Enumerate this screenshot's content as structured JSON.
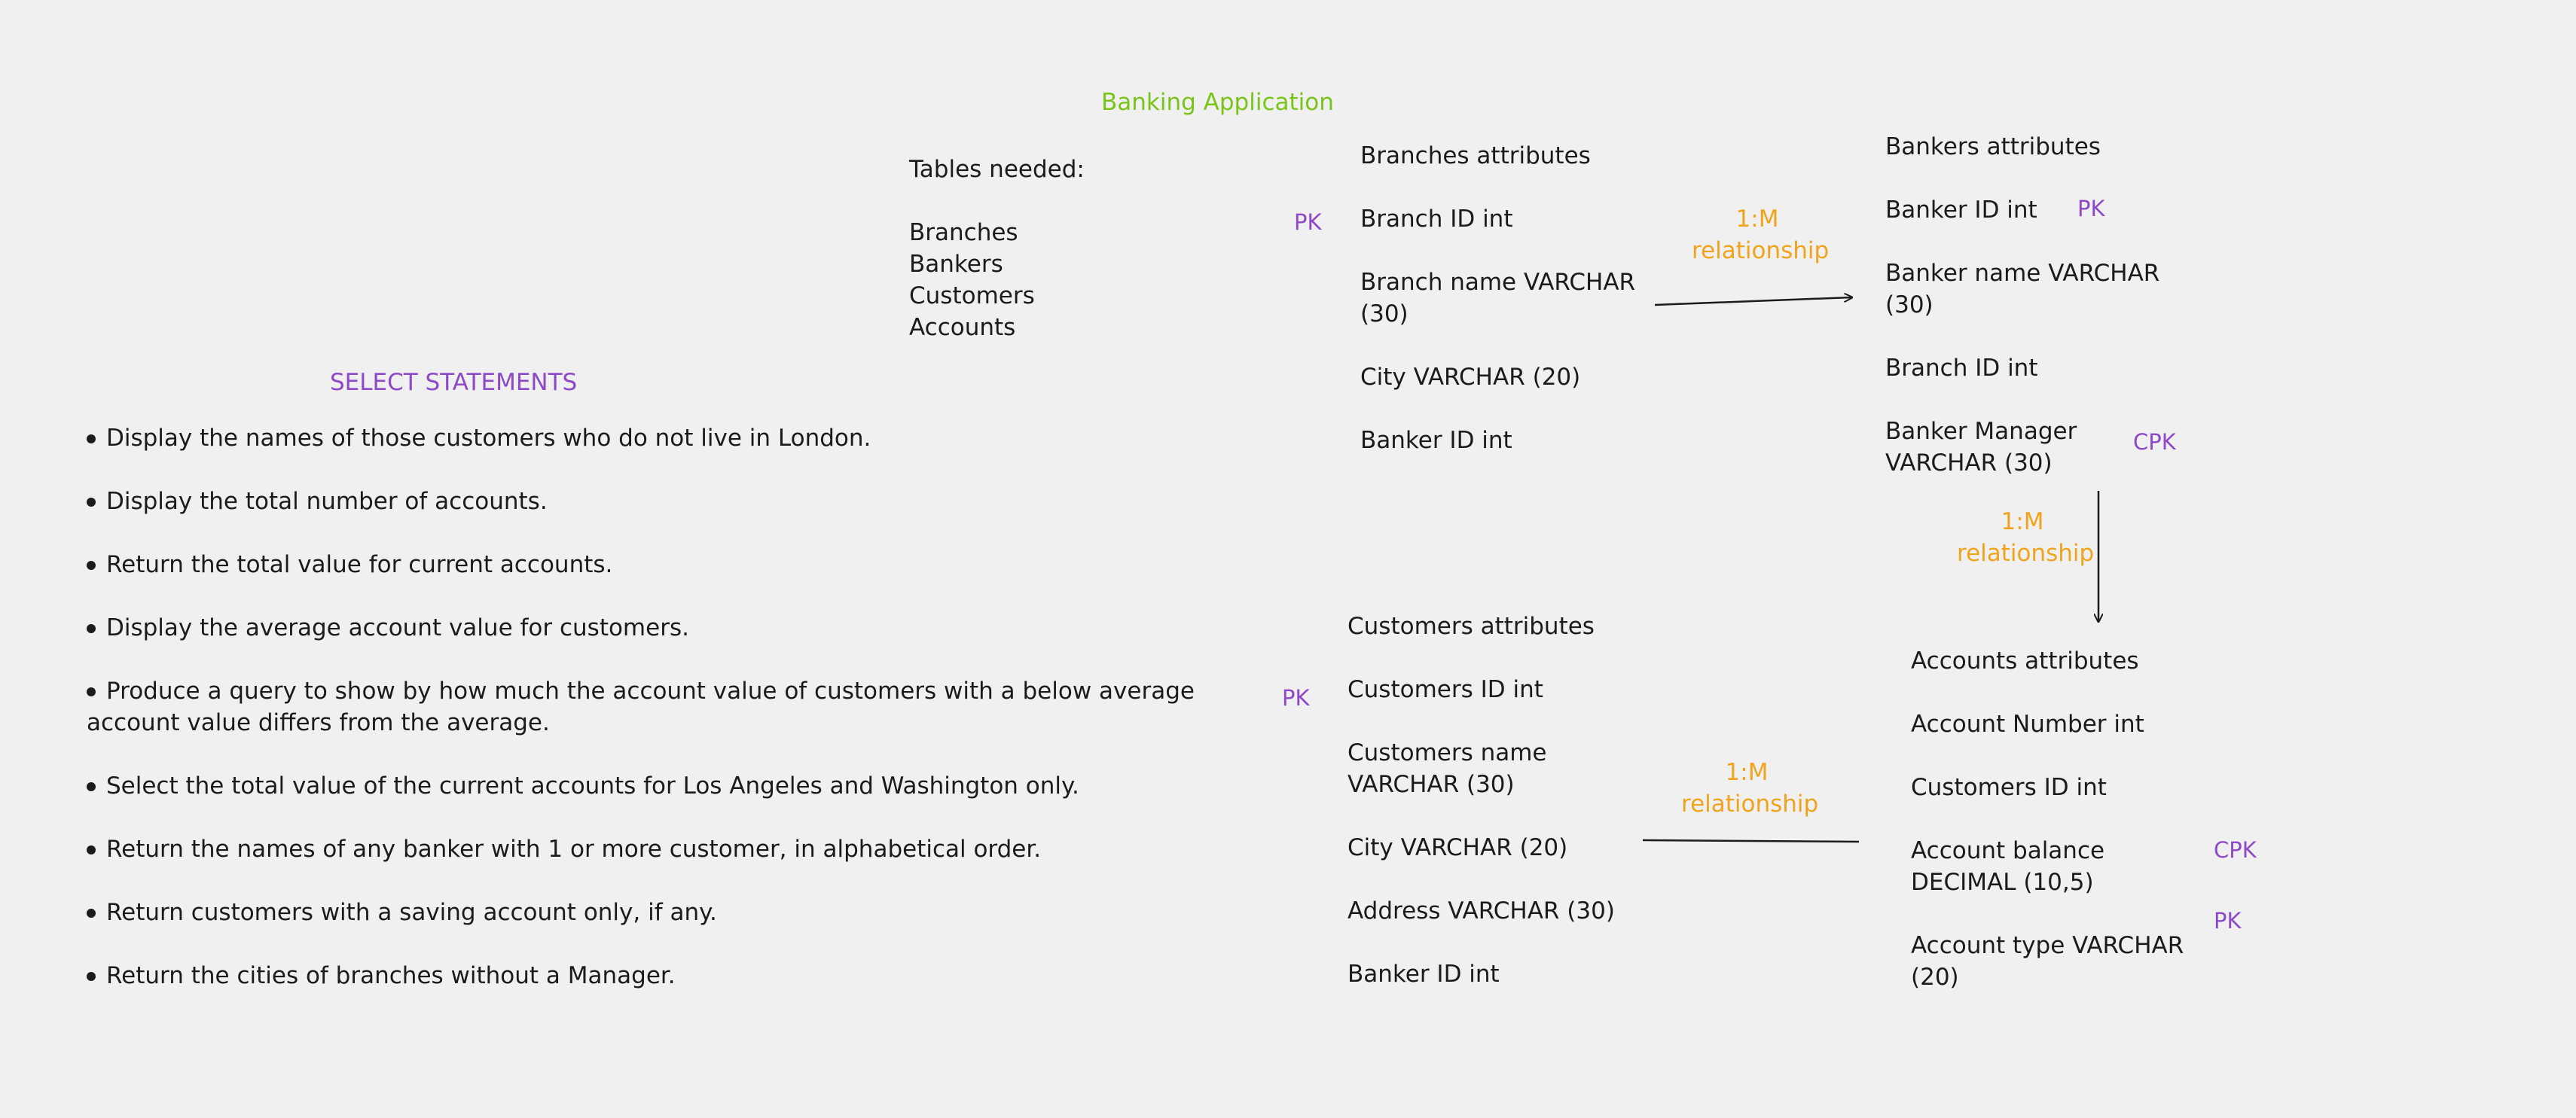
{
  "title": "Banking Application",
  "tables_needed": {
    "heading": "Tables needed:",
    "items": [
      "Branches",
      "Bankers",
      "Customers",
      "Accounts"
    ]
  },
  "select_statements": {
    "heading": "SELECT STATEMENTS",
    "items": [
      "Display the names of those customers who do not live in London.",
      "Display the total number of accounts.",
      "Return the total value for current accounts.",
      "Display the average account value for customers.",
      "Produce a query to show by how much the account value of customers with a below average",
      "account value differs from the average.",
      "Select the total value of the current accounts for Los Angeles and Washington only.",
      "Return the names of any banker with 1 or more customer, in alphabetical order.",
      "Return customers with a saving account only, if any.",
      "Return the cities of branches without a Manager."
    ]
  },
  "branches": {
    "heading": "Branches attributes",
    "attrs": [
      "Branch ID int",
      "Branch name VARCHAR",
      "(30)",
      "City VARCHAR (20)",
      "Banker ID int"
    ]
  },
  "bankers": {
    "heading": "Bankers attributes",
    "attrs": [
      "Banker ID int",
      "Banker name VARCHAR",
      "(30)",
      "Branch ID int",
      "Banker Manager",
      "VARCHAR (30)"
    ]
  },
  "customers": {
    "heading": "Customers attributes",
    "attrs": [
      "Customers ID int",
      "Customers name",
      "VARCHAR (30)",
      "City VARCHAR (20)",
      "Address VARCHAR (30)",
      "Banker ID int"
    ]
  },
  "accounts": {
    "heading": "Accounts attributes",
    "attrs": [
      "Account Number int",
      "Customers ID int",
      "Account balance",
      "DECIMAL (10,5)",
      "Account type VARCHAR",
      "(20)"
    ]
  },
  "keys": {
    "pk": "PK",
    "cpk": "CPK"
  },
  "relationships": {
    "ratio": "1:M",
    "word": "relationship"
  },
  "colors": {
    "title": "#7ac41a",
    "heading_purple": "#8d49c6",
    "relationship_orange": "#f0a41d",
    "text": "#1b1b1b",
    "background": "#f0f0f0"
  }
}
